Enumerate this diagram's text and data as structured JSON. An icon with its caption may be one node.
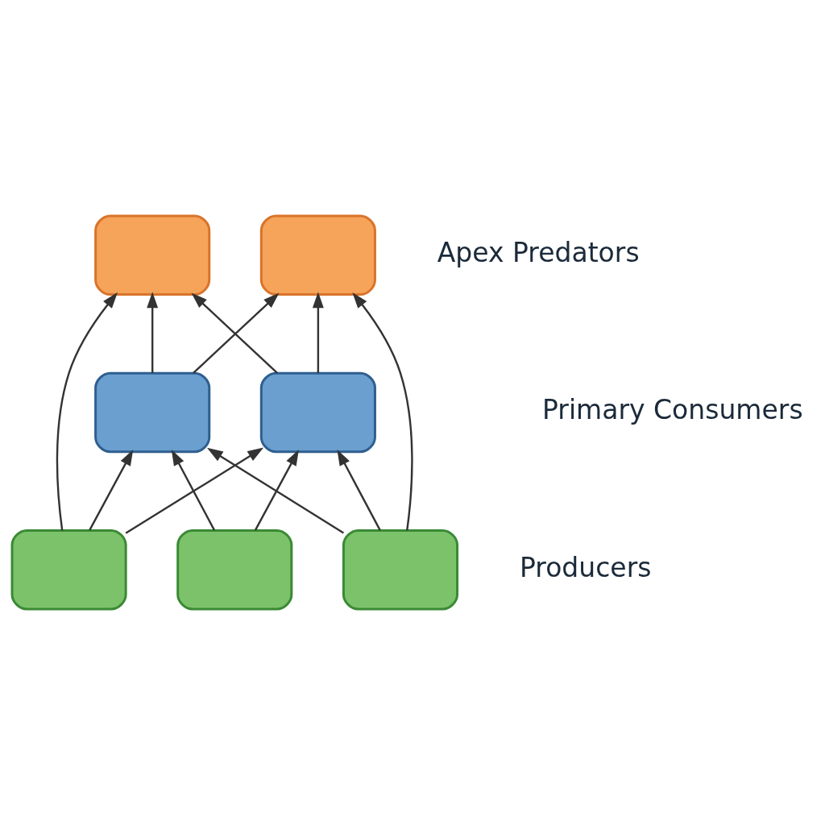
{
  "diagram": {
    "nodes": [
      {
        "text": [],
        "shape": "box"
      },
      {
        "text": [],
        "shape": "box"
      },
      {
        "text": [],
        "shape": "box"
      },
      {
        "text": [],
        "shape": "box"
      },
      {
        "text": [],
        "shape": "box"
      },
      {
        "text": [],
        "shape": "box"
      },
      {
        "text": [],
        "shape": "box"
      }
    ],
    "edges": [
      {
        "from": 4,
        "to": 0,
        "arrow": "to"
      },
      {
        "from": 4,
        "to": 2,
        "arrow": "to"
      },
      {
        "from": 4,
        "to": 3,
        "arrow": "to"
      },
      {
        "from": 5,
        "to": 2,
        "arrow": "to"
      },
      {
        "from": 5,
        "to": 3,
        "arrow": "to"
      },
      {
        "from": 6,
        "to": 2,
        "arrow": "to"
      },
      {
        "from": 6,
        "to": 3,
        "arrow": "to"
      },
      {
        "from": 6,
        "to": 1,
        "arrow": "to"
      },
      {
        "from": 2,
        "to": 0,
        "arrow": "to"
      },
      {
        "from": 2,
        "to": 1,
        "arrow": "to"
      },
      {
        "from": 3,
        "to": 0,
        "arrow": "to"
      },
      {
        "from": 3,
        "to": 1,
        "arrow": "to"
      }
    ],
    "labels": [
      "Apex Predators",
      "Primary Consumers",
      "Producers"
    ]
  }
}
